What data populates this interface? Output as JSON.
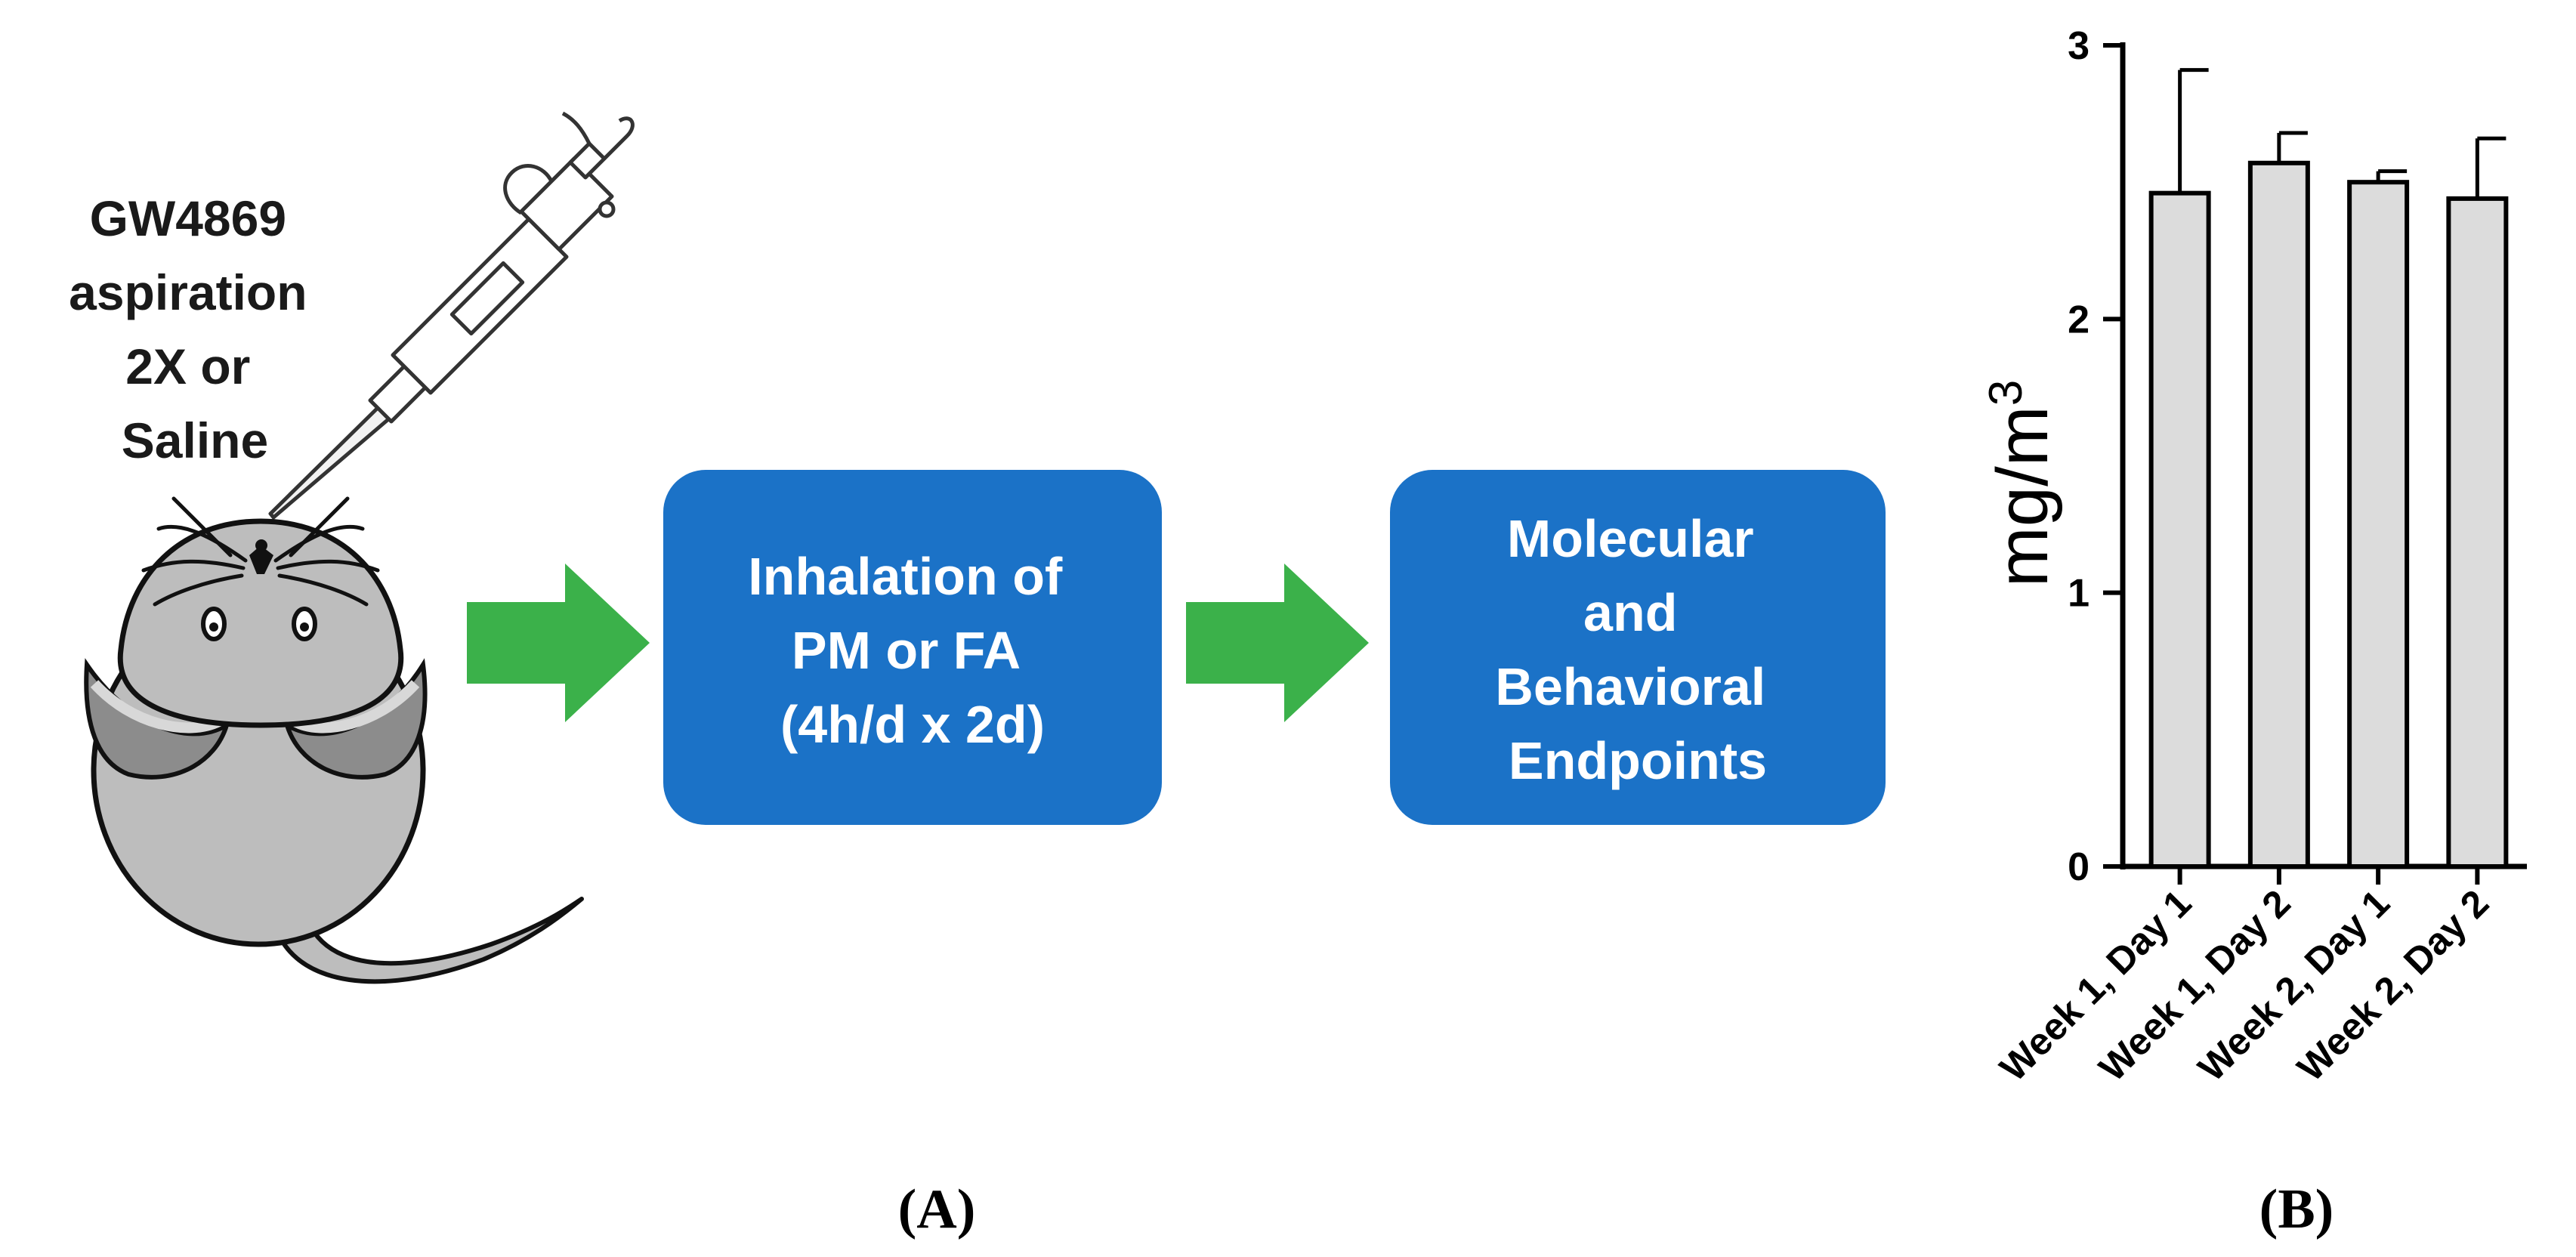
{
  "treatment": {
    "lines": [
      "GW4869",
      "aspiration",
      "2X or",
      "Saline"
    ]
  },
  "steps": [
    {
      "lines": [
        "Inhalation of",
        "PM or FA",
        "(4h/d x 2d)"
      ]
    },
    {
      "lines": [
        "Molecular",
        "and",
        "Behavioral",
        "Endpoints"
      ]
    }
  ],
  "panel_labels": {
    "a": "A",
    "b": "B"
  },
  "colors": {
    "box_fill": "#1b72c7",
    "arrow_fill": "#3bb14a",
    "bar_fill": "#dcdcdc",
    "mouse_body": "#bdbdbd",
    "mouse_shadow": "#8c8c8c"
  },
  "icons": [
    "pipette-icon",
    "mouse-icon",
    "right-arrow-icon"
  ],
  "chart_data": {
    "type": "bar",
    "categories": [
      "Week 1, Day 1",
      "Week 1, Day 2",
      "Week 2, Day 1",
      "Week 2, Day 2"
    ],
    "values": [
      2.46,
      2.57,
      2.5,
      2.44
    ],
    "errors": [
      0.45,
      0.11,
      0.04,
      0.22
    ],
    "ylabel": "mg/m",
    "ylabel_superscript": "3",
    "ylim": [
      0,
      3
    ],
    "yticks": [
      "0",
      "1",
      "2",
      "3"
    ],
    "grid": false,
    "legend": "none"
  }
}
